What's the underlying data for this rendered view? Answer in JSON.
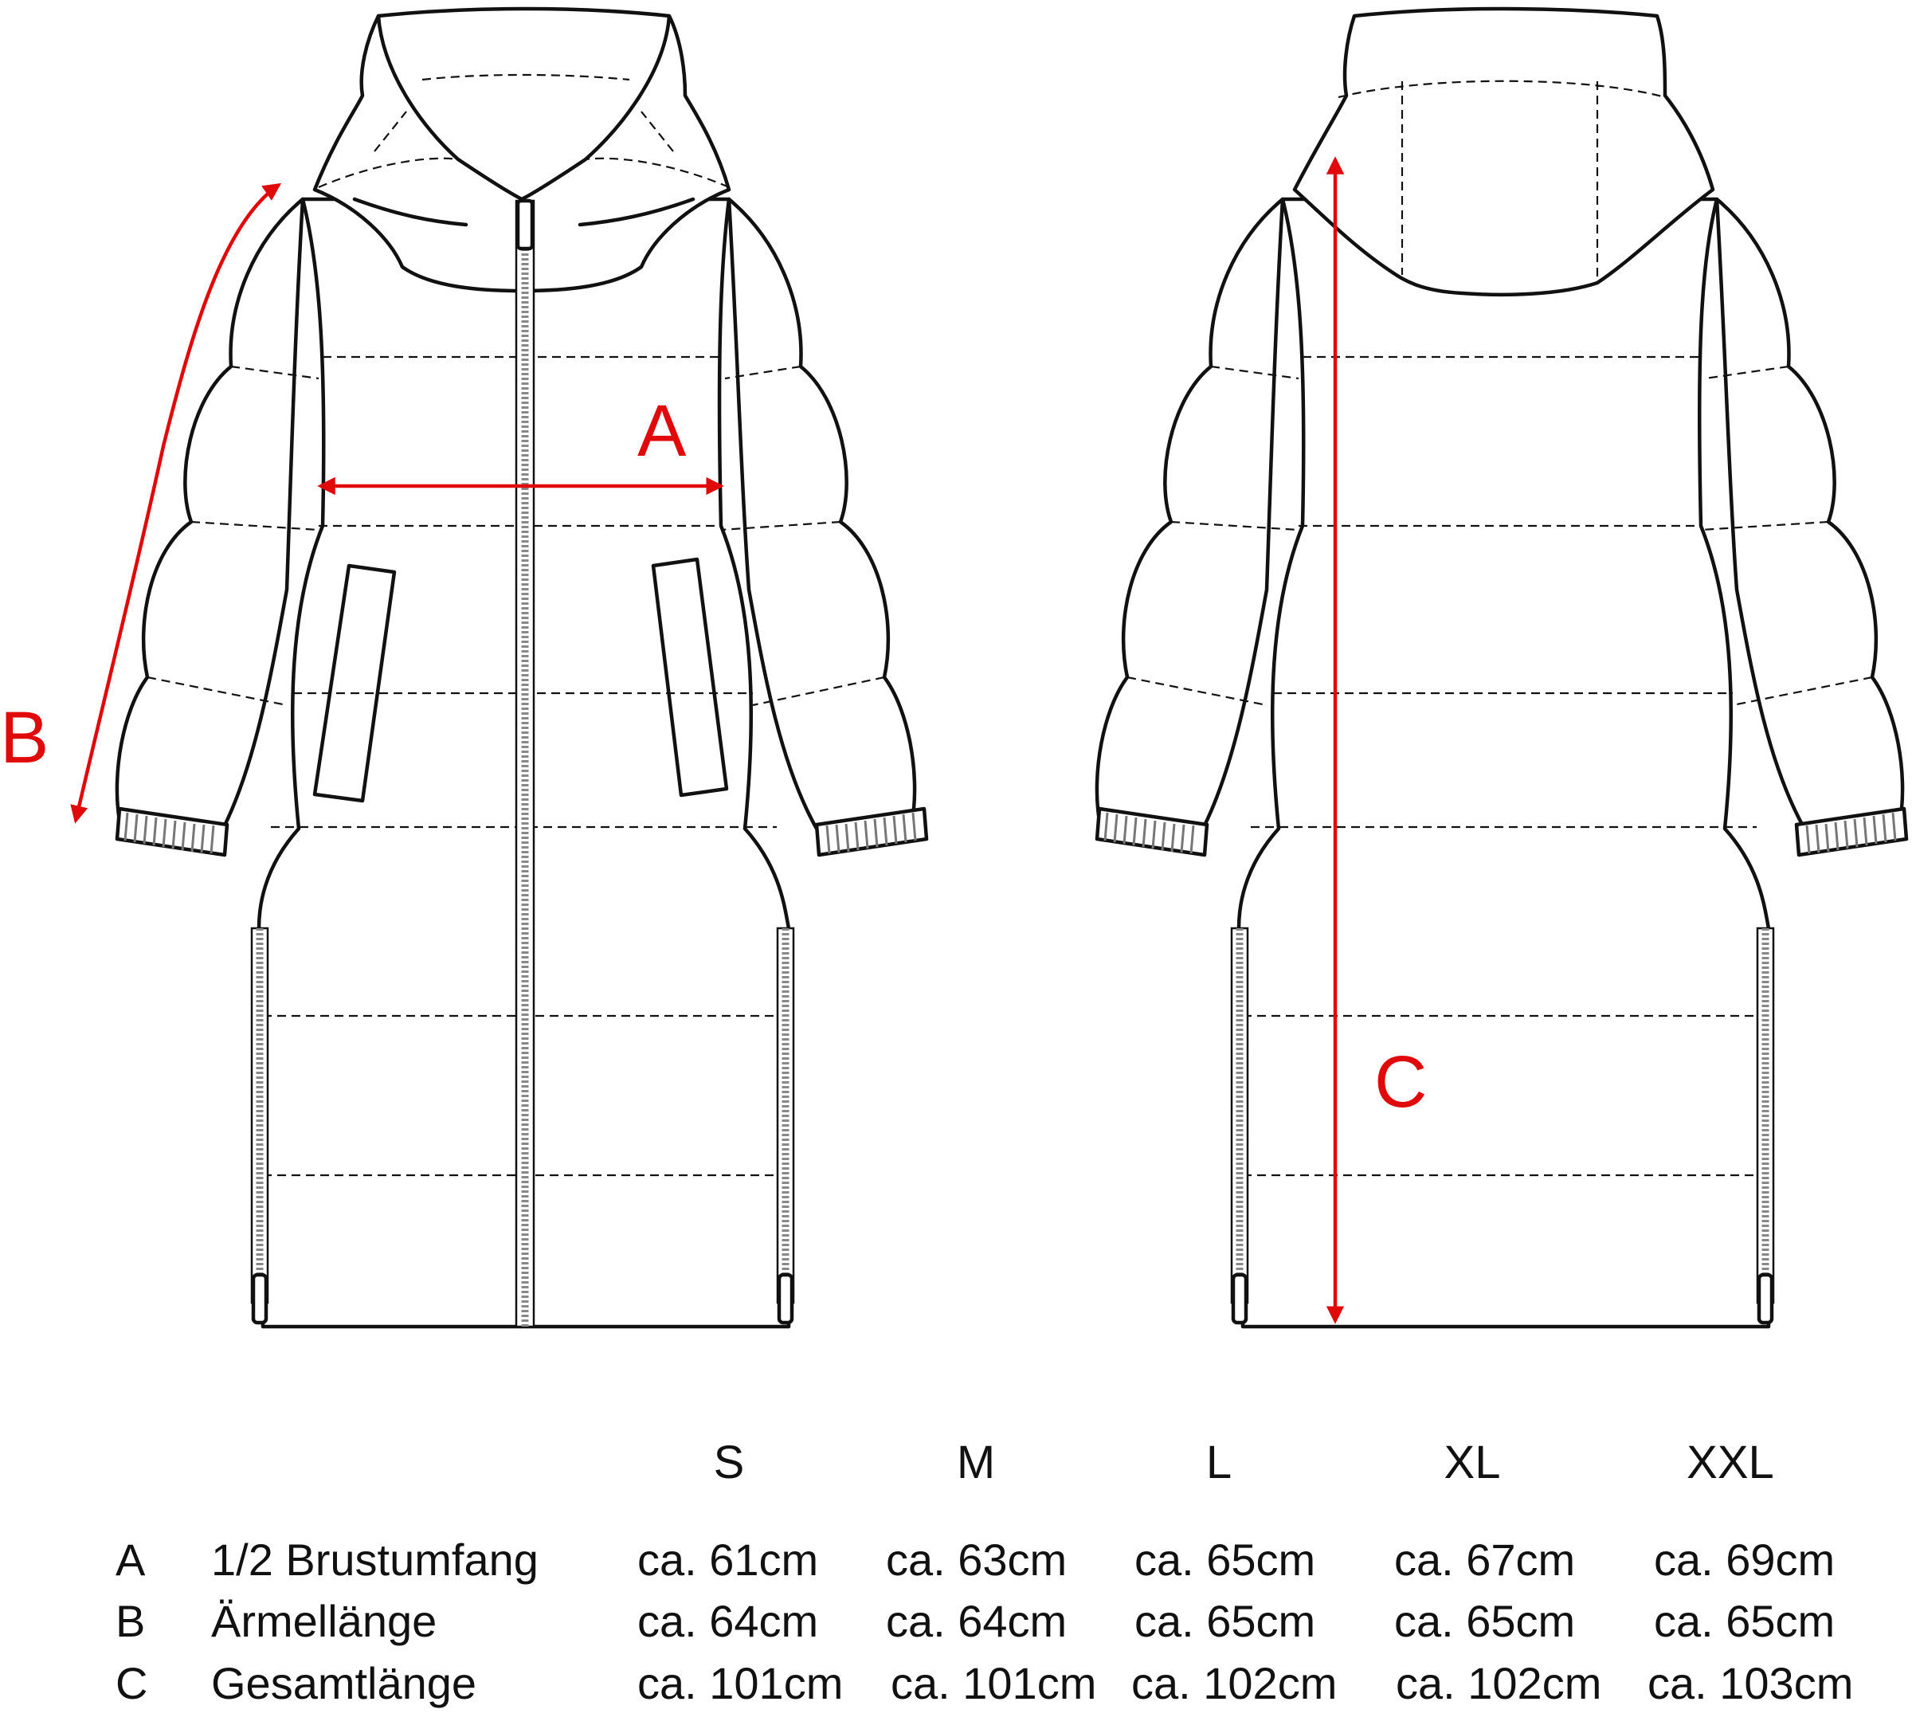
{
  "markers": {
    "a": "A",
    "b": "B",
    "c": "C"
  },
  "table": {
    "sizes": [
      "S",
      "M",
      "L",
      "XL",
      "XXL"
    ],
    "rows": [
      {
        "key": "A",
        "label": "1/2 Brustumfang",
        "values": [
          "ca. 61cm",
          "ca. 63cm",
          "ca. 65cm",
          "ca. 67cm",
          "ca. 69cm"
        ]
      },
      {
        "key": "B",
        "label": "Ärmellänge",
        "values": [
          "ca. 64cm",
          "ca. 64cm",
          "ca. 65cm",
          "ca. 65cm",
          "ca. 65cm"
        ]
      },
      {
        "key": "C",
        "label": "Gesamtlänge",
        "values": [
          "ca. 101cm",
          "ca. 101cm",
          "ca. 102cm",
          "ca. 102cm",
          "ca. 103cm"
        ]
      }
    ]
  },
  "colors": {
    "measure": "#e10a0a",
    "outline": "#111111",
    "rib": "#777777"
  }
}
